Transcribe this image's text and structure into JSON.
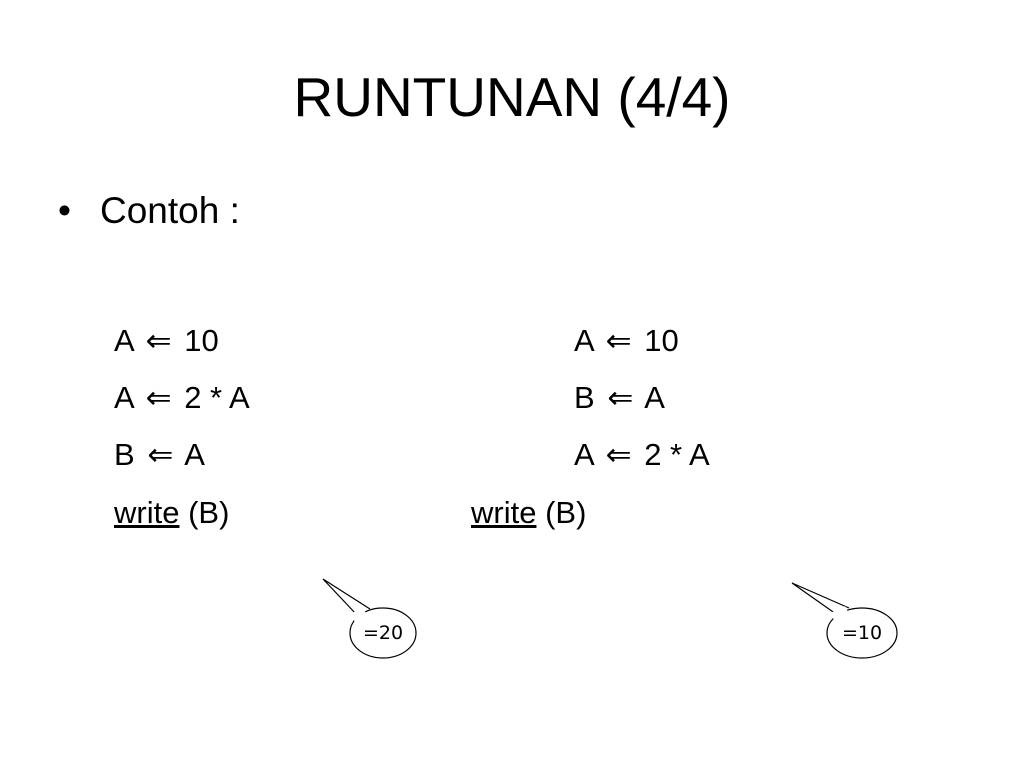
{
  "slide": {
    "title": "RUNTUNAN (4/4)",
    "bullet_symbol": "•",
    "bullet_text": "Contoh :"
  },
  "arrow_glyph": "⇐",
  "left_column": {
    "lines": [
      {
        "lhs": "A",
        "rhs": "10"
      },
      {
        "lhs": "A",
        "rhs": "2 * A"
      },
      {
        "lhs": "B",
        "rhs": "A"
      }
    ],
    "write_keyword": "write",
    "write_args": "(B)",
    "result": "=20"
  },
  "right_column": {
    "lines": [
      {
        "lhs": "A",
        "rhs": "10"
      },
      {
        "lhs": "B",
        "rhs": "A"
      },
      {
        "lhs": "A",
        "rhs": "2 * A"
      }
    ],
    "write_keyword": "write",
    "write_args": "(B)",
    "result": "=10"
  }
}
